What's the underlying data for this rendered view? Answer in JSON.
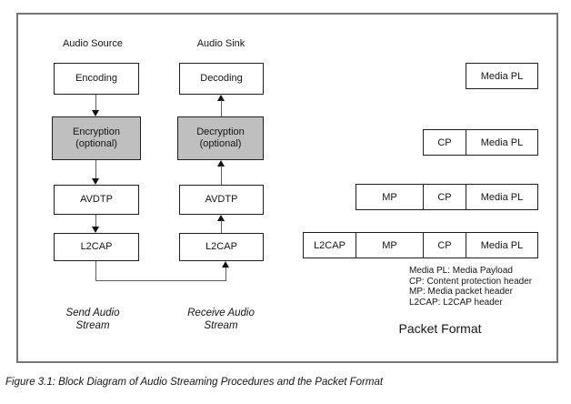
{
  "figure_caption": "Figure 3.1: Block Diagram of Audio Streaming Procedures and the Packet Format",
  "flow_diagram": {
    "source_column": {
      "header": "Audio Source",
      "encoding": "Encoding",
      "encryption": "Encryption\n(optional)",
      "avdtp": "AVDTP",
      "l2cap": "L2CAP",
      "footer": "Send Audio\nStream"
    },
    "sink_column": {
      "header": "Audio Sink",
      "decoding": "Decoding",
      "decryption": "Decryption\n(optional)",
      "avdtp": "AVDTP",
      "l2cap": "L2CAP",
      "footer": "Receive Audio\nStream"
    }
  },
  "packet_format": {
    "title": "Packet Format",
    "rows": [
      {
        "cells": [
          {
            "label": "Media PL",
            "shaded": false
          }
        ]
      },
      {
        "cells": [
          {
            "label": "CP",
            "shaded": true
          },
          {
            "label": "Media PL",
            "shaded": false
          }
        ]
      },
      {
        "cells": [
          {
            "label": "MP",
            "shaded": false
          },
          {
            "label": "CP",
            "shaded": true
          },
          {
            "label": "Media PL",
            "shaded": false
          }
        ]
      },
      {
        "cells": [
          {
            "label": "L2CAP",
            "shaded": false
          },
          {
            "label": "MP",
            "shaded": false
          },
          {
            "label": "CP",
            "shaded": true
          },
          {
            "label": "Media PL",
            "shaded": false
          }
        ]
      }
    ],
    "legend": [
      "Media PL: Media Payload",
      "CP: Content protection header",
      "MP: Media packet header",
      "L2CAP: L2CAP header"
    ]
  },
  "colors": {
    "shaded_fill": "#bfbfbf",
    "box_border": "#1f1f1f",
    "frame_border": "#767676",
    "connector": "#5f5f5f",
    "arrowhead": "#111111"
  }
}
